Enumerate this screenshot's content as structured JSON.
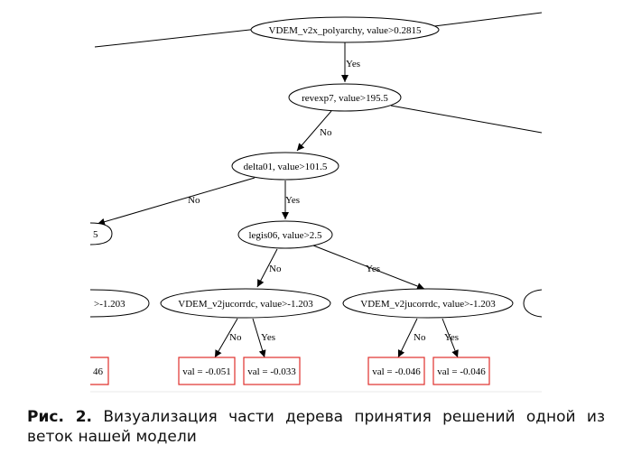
{
  "nodes": {
    "root": "VDEM_v2x_polyarchy, value>0.2815",
    "revexp7": "revexp7, value>195.5",
    "delta01": "delta01, value>101.5",
    "left_partial": "5",
    "legis06": "legis06, value>2.5",
    "vdem_left_partial": ">-1.203",
    "vdem_mid": "VDEM_v2jucorrdc, value>-1.203",
    "vdem_right": "VDEM_v2jucorrdc, value>-1.203"
  },
  "leaves": {
    "partial": "46",
    "l1": "val = -0.051",
    "l2": "val = -0.033",
    "l3": "val = -0.046",
    "l4": "val = -0.046"
  },
  "edges": {
    "root_revexp7": "Yes",
    "revexp7_delta01": "No",
    "delta01_left": "No",
    "delta01_legis06": "Yes",
    "legis06_mid": "No",
    "legis06_right": "Yes",
    "mid_l1": "No",
    "mid_l2": "Yes",
    "right_l3": "No",
    "right_l4": "Yes"
  },
  "caption": {
    "label": "Рис. 2.",
    "text": "Визуализация части дерева принятия решений одной из веток нашей модели"
  },
  "colors": {
    "leaf_border": "#e0302c",
    "line": "#000000"
  }
}
